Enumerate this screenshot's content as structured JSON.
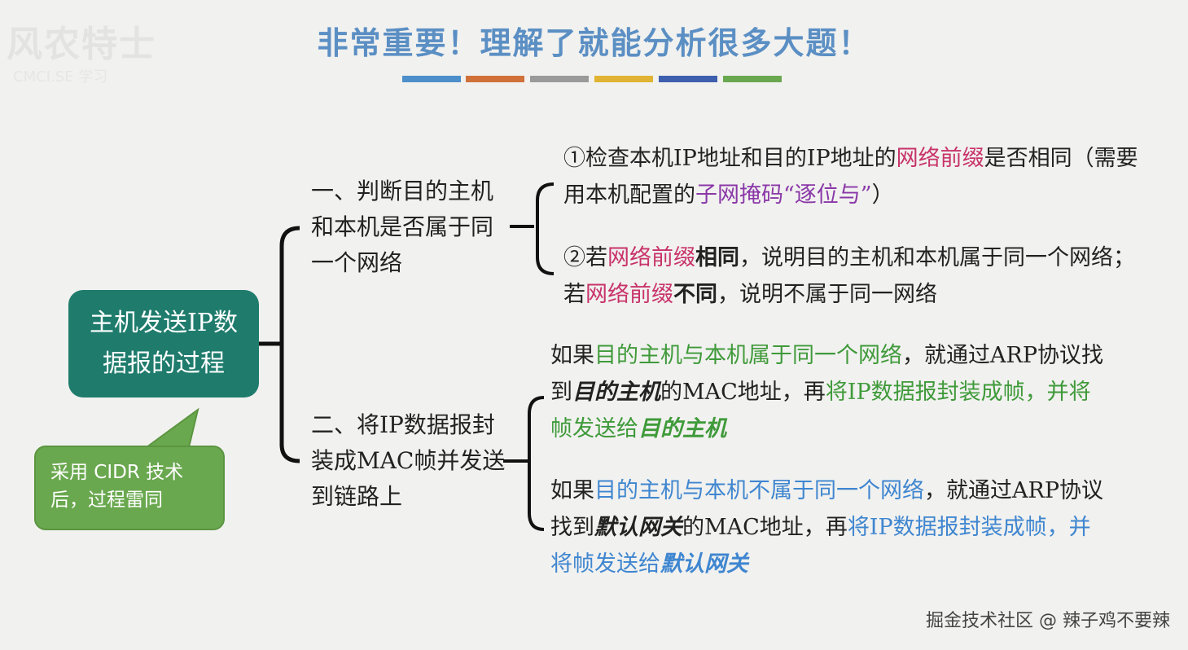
{
  "header": {
    "title": "非常重要！理解了就能分析很多大题！",
    "color_bars": [
      "#4d8fca",
      "#d0713a",
      "#9a9a9a",
      "#e0b432",
      "#3e5fae",
      "#6aa84f"
    ]
  },
  "watermark": {
    "logo": "风农特士",
    "subtitle": "CMCI.SE 学习"
  },
  "main_node": {
    "label": "主机发送IP数据报的过程"
  },
  "callout": {
    "text": "采用 CIDR 技术后，过程雷同"
  },
  "branch1": {
    "label": "一、判断目的主机和本机是否属于同一个网络",
    "item1": {
      "p1": "①检查本机IP地址和目的IP地址的",
      "p2": "网络前缀",
      "p3": "是否相同（需要用本机配置的",
      "p4": "子网掩码“逐位与”",
      "p5": "）"
    },
    "item2": {
      "p1": "②若",
      "p2": "网络前缀",
      "p3": "相同",
      "p4": "，说明目的主机和本机属于同一个网络；若",
      "p5": "网络前缀",
      "p6": "不同",
      "p7": "，说明不属于同一网络"
    }
  },
  "branch2": {
    "label": "二、将IP数据报封装成MAC帧并发送到链路上",
    "item1": {
      "p1": "如果",
      "p2": "目的主机与本机属于同一个网络",
      "p3": "，就通过ARP协议找到",
      "p4": "目的主机",
      "p5": "的MAC地址，再",
      "p6": "将IP数据报封装成帧，并将帧发送给",
      "p7": "目的主机"
    },
    "item2": {
      "p1": "如果",
      "p2": "目的主机与本机不属于同一个网络",
      "p3": "，就通过ARP协议找到",
      "p4": "默认网关",
      "p5": "的MAC地址，再",
      "p6": "将IP数据报封装成帧，并将帧发送给",
      "p7": "默认网关"
    }
  },
  "footer": {
    "credit": "掘金技术社区 @ 辣子鸡不要辣"
  }
}
